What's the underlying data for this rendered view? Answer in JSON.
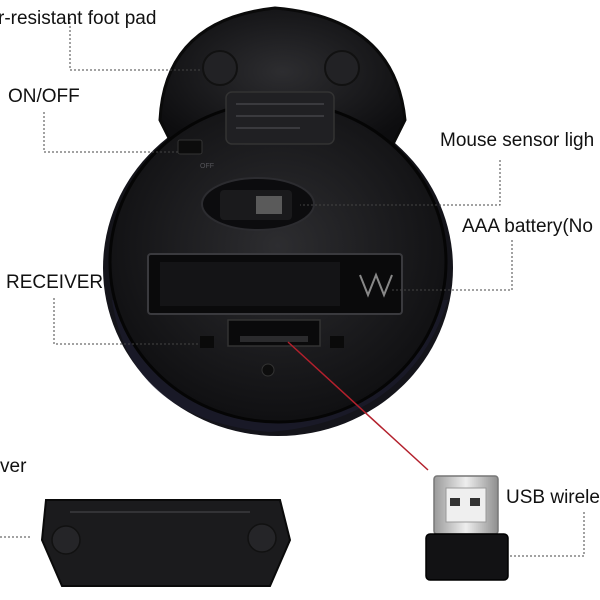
{
  "labels": {
    "foot_pad": "r-resistant foot pad",
    "on_off": "ON/OFF",
    "sensor": "Mouse sensor ligh",
    "battery": "AAA battery(No",
    "receiver_slot": "RECEIVER",
    "cover": "ver",
    "usb": "USB wirele"
  },
  "switch_text": "OFF",
  "colors": {
    "body": "#1b1b1d",
    "panel": "#2a2a2c",
    "laser": "#b3202c",
    "usb_metal": "#c9c9c9"
  }
}
